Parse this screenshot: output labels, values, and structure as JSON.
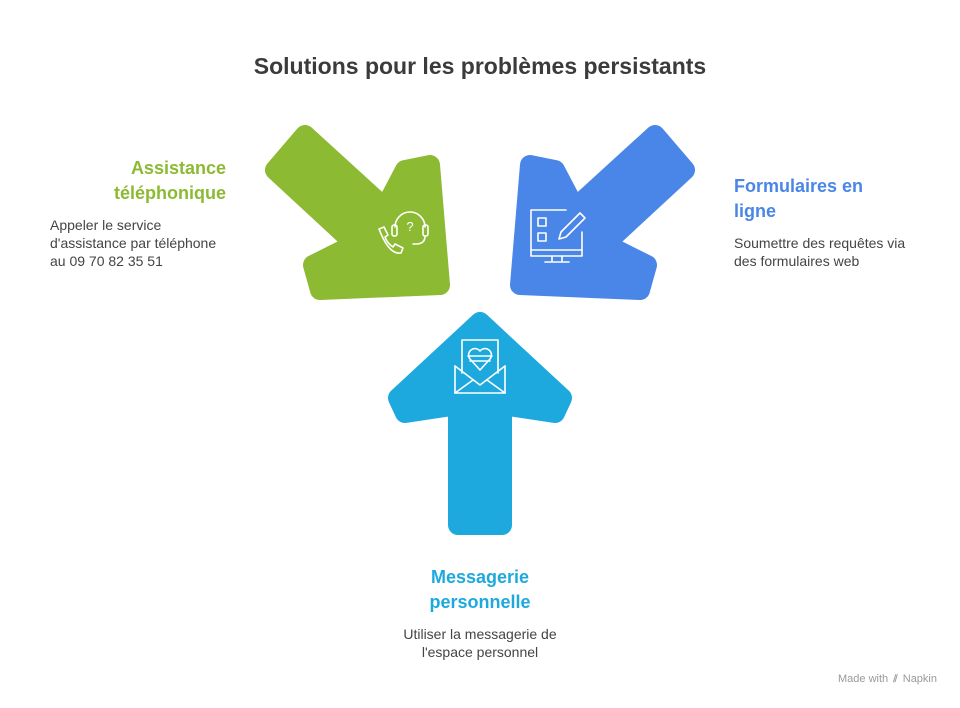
{
  "title": "Solutions pour les problèmes persistants",
  "items": [
    {
      "heading": "Assistance téléphonique",
      "description": "Appeler le service d'assistance par téléphone au 09 70 82 35 51",
      "icon": "phone-support-icon",
      "color": "#8cba33"
    },
    {
      "heading": "Formulaires en ligne",
      "description": "Soumettre des requêtes via des formulaires web",
      "icon": "web-form-icon",
      "color": "#4a86e8"
    },
    {
      "heading": "Messagerie personnelle",
      "description": "Utiliser la messagerie de l'espace personnel",
      "icon": "heart-mail-icon",
      "color": "#1ea9de"
    }
  ],
  "footer": {
    "made_with": "Made with",
    "brand": "Napkin"
  }
}
